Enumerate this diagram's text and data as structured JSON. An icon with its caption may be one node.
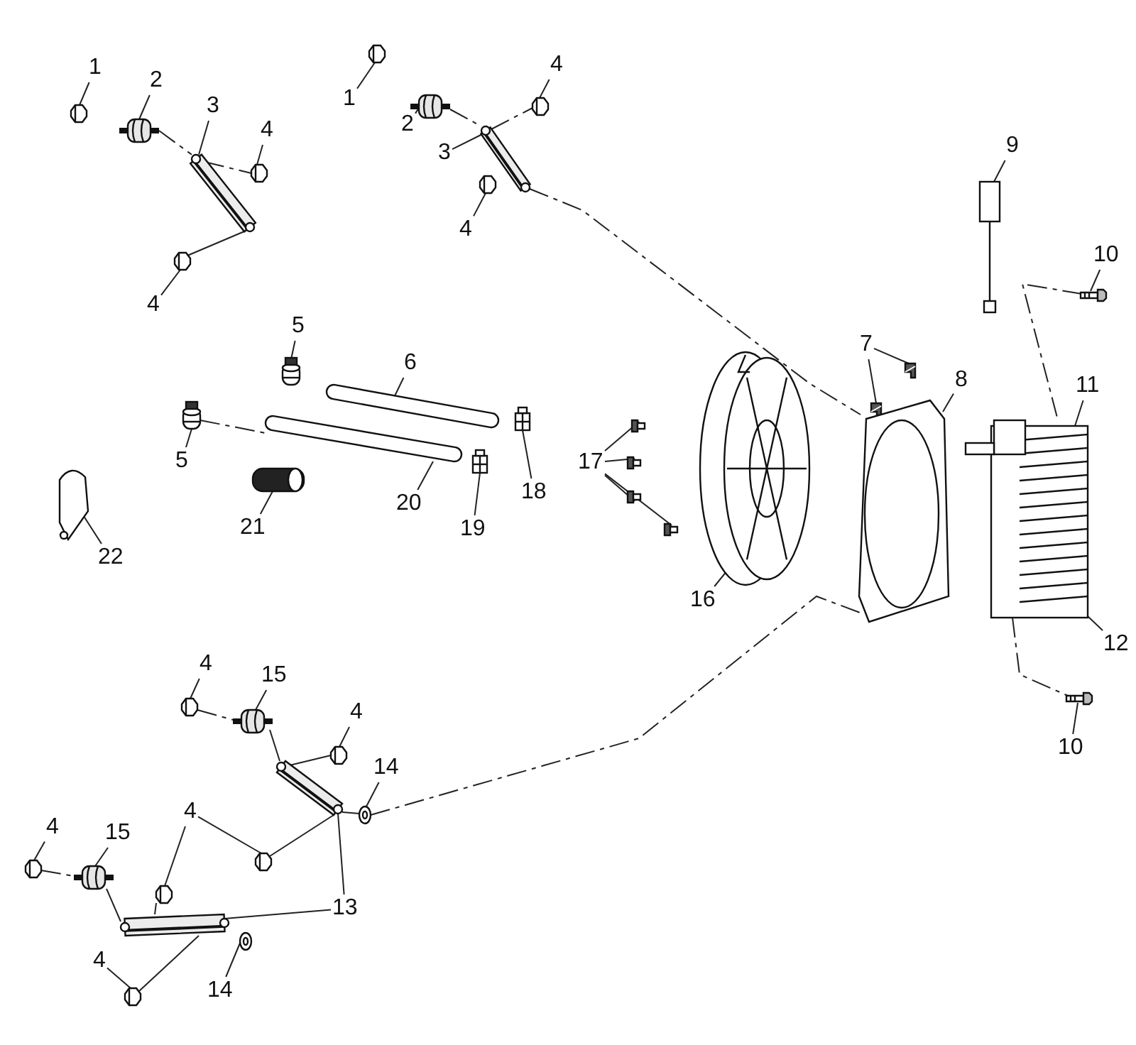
{
  "diagram": {
    "nodes": [
      {
        "text": [
          "1"
        ]
      },
      {
        "text": [
          "2"
        ]
      },
      {
        "text": [
          "3"
        ]
      },
      {
        "text": [
          "4"
        ]
      },
      {
        "text": [
          "4"
        ]
      },
      {
        "text": [
          "1"
        ]
      },
      {
        "text": [
          "2"
        ]
      },
      {
        "text": [
          "3"
        ]
      },
      {
        "text": [
          "4"
        ]
      },
      {
        "text": [
          "4"
        ]
      },
      {
        "text": [
          "5"
        ]
      },
      {
        "text": [
          "6"
        ]
      },
      {
        "text": [
          "5"
        ]
      },
      {
        "text": [
          "9"
        ]
      },
      {
        "text": [
          "10"
        ]
      },
      {
        "text": [
          "7"
        ]
      },
      {
        "text": [
          "8"
        ]
      },
      {
        "text": [
          "11"
        ]
      },
      {
        "text": [
          "17"
        ]
      },
      {
        "text": [
          "18"
        ]
      },
      {
        "text": [
          "20"
        ]
      },
      {
        "text": [
          "19"
        ]
      },
      {
        "text": [
          "21"
        ]
      },
      {
        "text": [
          "22"
        ]
      },
      {
        "text": [
          "16"
        ]
      },
      {
        "text": [
          "12"
        ]
      },
      {
        "text": [
          "10"
        ]
      },
      {
        "text": [
          "4"
        ]
      },
      {
        "text": [
          "15"
        ]
      },
      {
        "text": [
          "4"
        ]
      },
      {
        "text": [
          "14"
        ]
      },
      {
        "text": [
          "4"
        ]
      },
      {
        "text": [
          "15"
        ]
      },
      {
        "text": [
          "4"
        ]
      },
      {
        "text": [
          "13"
        ]
      },
      {
        "text": [
          "4"
        ]
      },
      {
        "text": [
          "14"
        ]
      },
      {
        "text": [],
        "shape": "picture"
      },
      {
        "text": [],
        "shape": "picture"
      },
      {
        "text": [],
        "shape": "picture"
      },
      {
        "text": [],
        "shape": "picture"
      },
      {
        "text": [],
        "shape": "picture"
      },
      {
        "text": [],
        "shape": "picture"
      },
      {
        "text": [],
        "shape": "picture"
      },
      {
        "text": [],
        "shape": "picture"
      },
      {
        "text": [],
        "shape": "picture"
      },
      {
        "text": [],
        "shape": "picture"
      },
      {
        "text": [],
        "shape": "picture"
      },
      {
        "text": [],
        "shape": "picture"
      },
      {
        "text": [],
        "shape": "picture"
      },
      {
        "text": [],
        "shape": "picture"
      },
      {
        "text": [],
        "shape": "picture"
      },
      {
        "text": [],
        "shape": "picture"
      },
      {
        "text": [],
        "shape": "picture"
      },
      {
        "text": [],
        "shape": "picture"
      },
      {
        "text": [],
        "shape": "picture"
      },
      {
        "text": [],
        "shape": "picture"
      },
      {
        "text": [],
        "shape": "picture"
      },
      {
        "text": [],
        "shape": "picture"
      },
      {
        "text": [],
        "shape": "picture"
      },
      {
        "text": [],
        "shape": "picture"
      },
      {
        "text": [],
        "shape": "picture"
      },
      {
        "text": [],
        "shape": "picture"
      },
      {
        "text": [],
        "shape": "picture"
      },
      {
        "text": [],
        "shape": "picture"
      },
      {
        "text": [],
        "shape": "picture"
      },
      {
        "text": [],
        "shape": "picture"
      },
      {
        "text": [],
        "shape": "picture"
      },
      {
        "text": [],
        "shape": "picture"
      },
      {
        "text": [],
        "shape": "picture"
      },
      {
        "text": [],
        "shape": "picture"
      },
      {
        "text": [],
        "shape": "picture"
      },
      {
        "text": [],
        "shape": "picture"
      },
      {
        "text": [],
        "shape": "picture"
      },
      {
        "text": [],
        "shape": "picture"
      },
      {
        "text": [],
        "shape": "picture"
      },
      {
        "text": [],
        "shape": "picture"
      },
      {
        "text": [],
        "shape": "picture"
      },
      {
        "text": [],
        "shape": "picture"
      }
    ],
    "edges": [
      {
        "from": 0,
        "to": 37,
        "arrow": "none"
      },
      {
        "from": 1,
        "to": 38,
        "arrow": "none"
      },
      {
        "from": 2,
        "to": 39,
        "arrow": "none"
      },
      {
        "from": 3,
        "to": 40,
        "arrow": "none"
      },
      {
        "from": 4,
        "to": 41,
        "arrow": "none"
      },
      {
        "from": 5,
        "to": 42,
        "arrow": "none"
      },
      {
        "from": 6,
        "to": 43,
        "arrow": "none"
      },
      {
        "from": 7,
        "to": 44,
        "arrow": "none"
      },
      {
        "from": 8,
        "to": 45,
        "arrow": "none"
      },
      {
        "from": 9,
        "to": 46,
        "arrow": "none"
      },
      {
        "from": 10,
        "to": 47,
        "arrow": "none"
      },
      {
        "from": 11,
        "to": 48,
        "arrow": "none"
      },
      {
        "from": 12,
        "to": 49,
        "arrow": "none"
      },
      {
        "from": 13,
        "to": 50,
        "arrow": "none"
      },
      {
        "from": 14,
        "to": 51,
        "arrow": "none"
      },
      {
        "from": 15,
        "to": 52,
        "arrow": "none"
      },
      {
        "from": 15,
        "to": 53,
        "arrow": "none"
      },
      {
        "from": 16,
        "to": 54,
        "arrow": "none"
      },
      {
        "from": 17,
        "to": 55,
        "arrow": "none"
      },
      {
        "from": 18,
        "to": 56,
        "arrow": "none"
      },
      {
        "from": 18,
        "to": 57,
        "arrow": "none"
      },
      {
        "from": 18,
        "to": 58,
        "arrow": "none"
      },
      {
        "from": 18,
        "to": 59,
        "arrow": "none"
      },
      {
        "from": 19,
        "to": 60,
        "arrow": "none"
      },
      {
        "from": 20,
        "to": 61,
        "arrow": "none"
      },
      {
        "from": 21,
        "to": 62,
        "arrow": "none"
      },
      {
        "from": 22,
        "to": 63,
        "arrow": "none"
      },
      {
        "from": 23,
        "to": 64,
        "arrow": "none"
      },
      {
        "from": 24,
        "to": 65,
        "arrow": "none"
      },
      {
        "from": 25,
        "to": 55,
        "arrow": "none"
      },
      {
        "from": 26,
        "to": 66,
        "arrow": "none"
      },
      {
        "from": 27,
        "to": 67,
        "arrow": "none"
      },
      {
        "from": 28,
        "to": 68,
        "arrow": "none"
      },
      {
        "from": 29,
        "to": 69,
        "arrow": "none"
      },
      {
        "from": 30,
        "to": 71,
        "arrow": "none"
      },
      {
        "from": 31,
        "to": 72,
        "arrow": "none"
      },
      {
        "from": 32,
        "to": 73,
        "arrow": "none"
      },
      {
        "from": 33,
        "to": 74,
        "arrow": "none"
      },
      {
        "from": 33,
        "to": 75,
        "arrow": "none"
      },
      {
        "from": 34,
        "to": 70,
        "arrow": "none"
      },
      {
        "from": 34,
        "to": 76,
        "arrow": "none"
      },
      {
        "from": 35,
        "to": 77,
        "arrow": "none"
      },
      {
        "from": 36,
        "to": 78,
        "arrow": "none"
      },
      {
        "from": 38,
        "to": 39,
        "arrow": "none",
        "style": "dashed"
      },
      {
        "from": 39,
        "to": 40,
        "arrow": "none",
        "style": "dashed"
      },
      {
        "from": 41,
        "to": 39,
        "arrow": "none"
      },
      {
        "from": 43,
        "to": 44,
        "arrow": "none",
        "style": "dashed"
      },
      {
        "from": 44,
        "to": 45,
        "arrow": "none",
        "style": "dashed"
      },
      {
        "from": 44,
        "to": 54,
        "arrow": "none",
        "style": "dashed"
      },
      {
        "from": 71,
        "to": 54,
        "arrow": "none",
        "style": "dashed"
      },
      {
        "from": 51,
        "to": 55,
        "arrow": "none",
        "style": "dashed"
      },
      {
        "from": 55,
        "to": 66,
        "arrow": "none",
        "style": "dashed"
      },
      {
        "from": 49,
        "to": 61,
        "arrow": "none",
        "style": "dashed"
      },
      {
        "from": 67,
        "to": 68,
        "arrow": "none",
        "style": "dashed"
      },
      {
        "from": 68,
        "to": 70,
        "arrow": "none"
      },
      {
        "from": 69,
        "to": 70,
        "arrow": "none"
      },
      {
        "from": 70,
        "to": 71,
        "arrow": "none",
        "style": "dashed"
      },
      {
        "from": 75,
        "to": 70,
        "arrow": "none"
      },
      {
        "from": 72,
        "to": 73,
        "arrow": "none",
        "style": "dashed"
      },
      {
        "from": 73,
        "to": 76,
        "arrow": "none"
      },
      {
        "from": 74,
        "to": 76,
        "arrow": "none"
      },
      {
        "from": 77,
        "to": 76,
        "arrow": "none"
      }
    ]
  }
}
